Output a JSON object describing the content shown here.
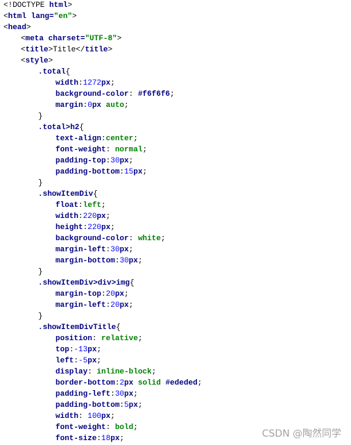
{
  "code": {
    "doctype": {
      "open": "<!",
      "keyword": "DOCTYPE",
      "space": " ",
      "value": "html",
      "close": ">"
    },
    "html_open": {
      "lt": "<",
      "tag": "html",
      "attr": " lang=",
      "val": "\"en\"",
      "gt": ">"
    },
    "head_open": {
      "lt": "<",
      "tag": "head",
      "gt": ">"
    },
    "meta": {
      "lt": "<",
      "tag": "meta",
      "attr": " charset=",
      "val": "\"UTF-8\"",
      "gt": ">"
    },
    "title": {
      "lt": "<",
      "tag": "title",
      "gt": ">",
      "text": "Title",
      "lt2": "</",
      "tag2": "title",
      "gt2": ">"
    },
    "style_open": {
      "lt": "<",
      "tag": "style",
      "gt": ">"
    },
    "rules": [
      {
        "selector": ".total",
        "decls": [
          [
            {
              "t": "prop",
              "v": "width"
            },
            {
              "t": "plain",
              "v": ":"
            },
            {
              "t": "num",
              "v": "1272"
            },
            {
              "t": "unit",
              "v": "px"
            },
            {
              "t": "plain",
              "v": ";"
            }
          ],
          [
            {
              "t": "prop",
              "v": "background-color"
            },
            {
              "t": "plain",
              "v": ": "
            },
            {
              "t": "hex",
              "v": "#f6f6f6"
            },
            {
              "t": "plain",
              "v": ";"
            }
          ],
          [
            {
              "t": "prop",
              "v": "margin"
            },
            {
              "t": "plain",
              "v": ":"
            },
            {
              "t": "num",
              "v": "0"
            },
            {
              "t": "unit",
              "v": "px"
            },
            {
              "t": "kw",
              "v": " auto"
            },
            {
              "t": "plain",
              "v": ";"
            }
          ]
        ]
      },
      {
        "selector": ".total>h2",
        "decls": [
          [
            {
              "t": "prop",
              "v": "text-align"
            },
            {
              "t": "plain",
              "v": ":"
            },
            {
              "t": "kw",
              "v": "center"
            },
            {
              "t": "plain",
              "v": ";"
            }
          ],
          [
            {
              "t": "prop",
              "v": "font-weight"
            },
            {
              "t": "plain",
              "v": ": "
            },
            {
              "t": "kw",
              "v": "normal"
            },
            {
              "t": "plain",
              "v": ";"
            }
          ],
          [
            {
              "t": "prop",
              "v": "padding-top"
            },
            {
              "t": "plain",
              "v": ":"
            },
            {
              "t": "num",
              "v": "30"
            },
            {
              "t": "unit",
              "v": "px"
            },
            {
              "t": "plain",
              "v": ";"
            }
          ],
          [
            {
              "t": "prop",
              "v": "padding-bottom"
            },
            {
              "t": "plain",
              "v": ":"
            },
            {
              "t": "num",
              "v": "15"
            },
            {
              "t": "unit",
              "v": "px"
            },
            {
              "t": "plain",
              "v": ";"
            }
          ]
        ]
      },
      {
        "selector": ".showItemDiv",
        "decls": [
          [
            {
              "t": "prop",
              "v": "float"
            },
            {
              "t": "plain",
              "v": ":"
            },
            {
              "t": "kw",
              "v": "left"
            },
            {
              "t": "plain",
              "v": ";"
            }
          ],
          [
            {
              "t": "prop",
              "v": "width"
            },
            {
              "t": "plain",
              "v": ":"
            },
            {
              "t": "num",
              "v": "220"
            },
            {
              "t": "unit",
              "v": "px"
            },
            {
              "t": "plain",
              "v": ";"
            }
          ],
          [
            {
              "t": "prop",
              "v": "height"
            },
            {
              "t": "plain",
              "v": ":"
            },
            {
              "t": "num",
              "v": "220"
            },
            {
              "t": "unit",
              "v": "px"
            },
            {
              "t": "plain",
              "v": ";"
            }
          ],
          [
            {
              "t": "prop",
              "v": "background-color"
            },
            {
              "t": "plain",
              "v": ": "
            },
            {
              "t": "kw",
              "v": "white"
            },
            {
              "t": "plain",
              "v": ";"
            }
          ],
          [
            {
              "t": "prop",
              "v": "margin-left"
            },
            {
              "t": "plain",
              "v": ":"
            },
            {
              "t": "num",
              "v": "30"
            },
            {
              "t": "unit",
              "v": "px"
            },
            {
              "t": "plain",
              "v": ";"
            }
          ],
          [
            {
              "t": "prop",
              "v": "margin-bottom"
            },
            {
              "t": "plain",
              "v": ":"
            },
            {
              "t": "num",
              "v": "30"
            },
            {
              "t": "unit",
              "v": "px"
            },
            {
              "t": "plain",
              "v": ";"
            }
          ]
        ]
      },
      {
        "selector": ".showItemDiv>div>img",
        "decls": [
          [
            {
              "t": "prop",
              "v": "margin-top"
            },
            {
              "t": "plain",
              "v": ":"
            },
            {
              "t": "num",
              "v": "20"
            },
            {
              "t": "unit",
              "v": "px"
            },
            {
              "t": "plain",
              "v": ";"
            }
          ],
          [
            {
              "t": "prop",
              "v": "margin-left"
            },
            {
              "t": "plain",
              "v": ":"
            },
            {
              "t": "num",
              "v": "20"
            },
            {
              "t": "unit",
              "v": "px"
            },
            {
              "t": "plain",
              "v": ";"
            }
          ]
        ]
      },
      {
        "selector": ".showItemDivTitle",
        "decls": [
          [
            {
              "t": "prop",
              "v": "position"
            },
            {
              "t": "plain",
              "v": ": "
            },
            {
              "t": "kw",
              "v": "relative"
            },
            {
              "t": "plain",
              "v": ";"
            }
          ],
          [
            {
              "t": "prop",
              "v": "top"
            },
            {
              "t": "plain",
              "v": ":"
            },
            {
              "t": "num",
              "v": "-13"
            },
            {
              "t": "unit",
              "v": "px"
            },
            {
              "t": "plain",
              "v": ";"
            }
          ],
          [
            {
              "t": "prop",
              "v": "left"
            },
            {
              "t": "plain",
              "v": ":"
            },
            {
              "t": "num",
              "v": "-5"
            },
            {
              "t": "unit",
              "v": "px"
            },
            {
              "t": "plain",
              "v": ";"
            }
          ],
          [
            {
              "t": "prop",
              "v": "display"
            },
            {
              "t": "plain",
              "v": ": "
            },
            {
              "t": "kw",
              "v": "inline-block"
            },
            {
              "t": "plain",
              "v": ";"
            }
          ],
          [
            {
              "t": "prop",
              "v": "border-bottom"
            },
            {
              "t": "plain",
              "v": ":"
            },
            {
              "t": "num",
              "v": "2"
            },
            {
              "t": "unit",
              "v": "px"
            },
            {
              "t": "kw",
              "v": " solid"
            },
            {
              "t": "hex",
              "v": " #ededed"
            },
            {
              "t": "plain",
              "v": ";"
            }
          ],
          [
            {
              "t": "prop",
              "v": "padding-left"
            },
            {
              "t": "plain",
              "v": ":"
            },
            {
              "t": "num",
              "v": "30"
            },
            {
              "t": "unit",
              "v": "px"
            },
            {
              "t": "plain",
              "v": ";"
            }
          ],
          [
            {
              "t": "prop",
              "v": "padding-bottom"
            },
            {
              "t": "plain",
              "v": ":"
            },
            {
              "t": "num",
              "v": "5"
            },
            {
              "t": "unit",
              "v": "px"
            },
            {
              "t": "plain",
              "v": ";"
            }
          ],
          [
            {
              "t": "prop",
              "v": "width"
            },
            {
              "t": "plain",
              "v": ": "
            },
            {
              "t": "num",
              "v": "100"
            },
            {
              "t": "unit",
              "v": "px"
            },
            {
              "t": "plain",
              "v": ";"
            }
          ],
          [
            {
              "t": "prop",
              "v": "font-weight"
            },
            {
              "t": "plain",
              "v": ": "
            },
            {
              "t": "kw",
              "v": "bold"
            },
            {
              "t": "plain",
              "v": ";"
            }
          ],
          [
            {
              "t": "prop",
              "v": "font-size"
            },
            {
              "t": "plain",
              "v": ":"
            },
            {
              "t": "num",
              "v": "18"
            },
            {
              "t": "unit",
              "v": "px"
            },
            {
              "t": "plain",
              "v": ";"
            }
          ]
        ]
      }
    ],
    "brace_open": "{",
    "brace_close": "}"
  },
  "watermark": "CSDN @陶然同学",
  "colors": {
    "tag": "#000080",
    "string": "#008000",
    "number": "#0000ff",
    "background": "#ffffff"
  }
}
